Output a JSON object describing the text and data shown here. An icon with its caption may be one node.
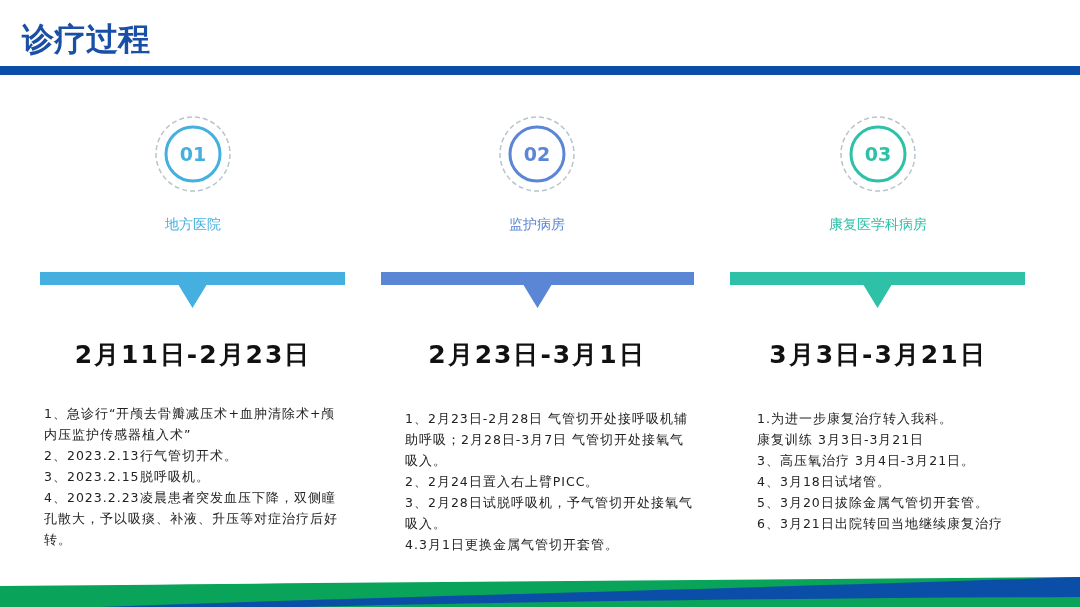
{
  "diagram": {
    "title": "诊疗过程",
    "nodes": [
      {
        "text": [
          "01"
        ],
        "beside": [
          "地方医院"
        ]
      },
      {
        "text": [
          "02"
        ],
        "beside": [
          "监护病房"
        ]
      },
      {
        "text": [
          "03"
        ],
        "beside": [
          "康复医学科病房"
        ]
      },
      {
        "text": [],
        "shape": "bar"
      },
      {
        "text": [],
        "shape": "bar"
      },
      {
        "text": [],
        "shape": "bar"
      }
    ],
    "labels": [
      "2月11日-2月23日",
      "1、急诊行“开颅去骨瓣减压术+血肿清除术+颅内压监护传感器植入术”",
      "2、2023.2.13行气管切开术。",
      "3、2023.2.15脱呼吸机。",
      "4、2023.2.23凌晨患者突发血压下降，双侧瞳孔散大，予以吸痰、补液、升压等对症治疗后好转。",
      "2月23日-3月1日",
      "1、2月23日-2月28日 气管切开处接呼吸机辅助呼吸；2月28日-3月7日 气管切开处接氧气吸入。",
      "2、2月24日置入右上臂PICC。",
      "3、2月28日试脱呼吸机，予气管切开处接氧气吸入。",
      "4.3月1日更换金属气管切开套管。",
      "3月3日-3月21日",
      "1.为进一步康复治疗转入我科。",
      "康复训练 3月3日-3月21日",
      "3、高压氧治疗 3月4日-3月21日。",
      "4、3月18日试堵管。",
      "5、3月20日拔除金属气管切开套管。",
      "6、3月21日出院转回当地继续康复治疗"
    ]
  }
}
